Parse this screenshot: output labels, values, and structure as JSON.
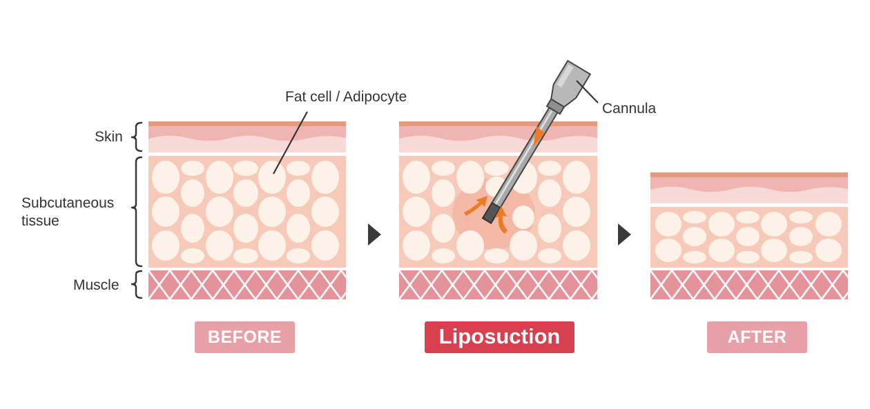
{
  "labels": {
    "skin": "Skin",
    "subcutaneous_line1": "Subcutaneous",
    "subcutaneous_line2": "tissue",
    "muscle": "Muscle",
    "fat_cell": "Fat cell / Adipocyte",
    "cannula": "Cannula"
  },
  "badges": {
    "before": "BEFORE",
    "liposuction": "Liposuction",
    "after": "AFTER"
  },
  "colors": {
    "skin_top": "#e39a7e",
    "skin_mid": "#f0b5b0",
    "skin_low": "#f7d9d8",
    "fat_bg": "#f7c9b8",
    "fat_cell": "#fdf2e8",
    "muscle": "#e5939b",
    "badge_soft": "#e8a0a8",
    "badge_strong": "#d9404f",
    "arrow_orange": "#ef7a26"
  }
}
